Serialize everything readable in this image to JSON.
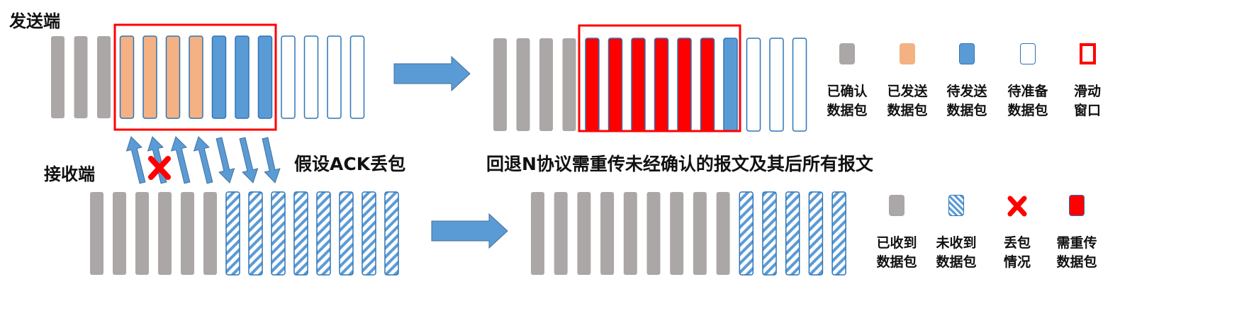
{
  "labels": {
    "sender": "发送端",
    "receiver": "接收端",
    "ack_loss": "假设ACK丢包",
    "gbn_note": "回退N协议需重传未经确认的报文及其后所有报文"
  },
  "sender_legend": [
    {
      "key": "confirmed",
      "line1": "已确认",
      "line2": "数据包"
    },
    {
      "key": "sent",
      "line1": "已发送",
      "line2": "数据包"
    },
    {
      "key": "to_send",
      "line1": "待发送",
      "line2": "数据包"
    },
    {
      "key": "pending",
      "line1": "待准备",
      "line2": "数据包"
    },
    {
      "key": "window",
      "line1": "滑动",
      "line2": "窗口"
    }
  ],
  "receiver_legend": [
    {
      "key": "received",
      "line1": "已收到",
      "line2": "数据包"
    },
    {
      "key": "not_received",
      "line1": "未收到",
      "line2": "数据包"
    },
    {
      "key": "lost",
      "line1": "丢包",
      "line2": "情况"
    },
    {
      "key": "resend",
      "line1": "需重传",
      "line2": "数据包"
    }
  ],
  "colors": {
    "confirmed": "#aba7a7",
    "sent": "#f4b183",
    "to_send": "#5b9bd5",
    "pending_border": "#2e75b6",
    "window": "#ff0000",
    "resend": "#ff0000",
    "lost_mark": "#ff0000",
    "arrow": "#5b9bd5"
  },
  "sender_before": [
    "confirmed",
    "confirmed",
    "confirmed",
    "sent",
    "sent",
    "sent",
    "sent",
    "to_send",
    "to_send",
    "to_send",
    "pending",
    "pending",
    "pending",
    "pending"
  ],
  "sender_after": [
    "confirmed",
    "confirmed",
    "confirmed",
    "confirmed",
    "resend",
    "resend",
    "resend",
    "resend",
    "resend",
    "resend",
    "to_send",
    "pending",
    "pending",
    "pending"
  ],
  "receiver_before": [
    "received",
    "received",
    "received",
    "received",
    "received",
    "received",
    "not_received",
    "not_received",
    "not_received",
    "not_received",
    "not_received",
    "not_received",
    "not_received",
    "not_received"
  ],
  "receiver_after": [
    "received",
    "received",
    "received",
    "received",
    "received",
    "received",
    "received",
    "received",
    "received",
    "not_received",
    "not_received",
    "not_received",
    "not_received",
    "not_received"
  ],
  "ack_arrows": [
    {
      "dir": "up",
      "lost": false
    },
    {
      "dir": "up",
      "lost": true
    },
    {
      "dir": "up",
      "lost": false
    },
    {
      "dir": "up",
      "lost": false
    },
    {
      "dir": "down",
      "lost": false
    },
    {
      "dir": "down",
      "lost": false
    },
    {
      "dir": "down",
      "lost": false
    }
  ]
}
